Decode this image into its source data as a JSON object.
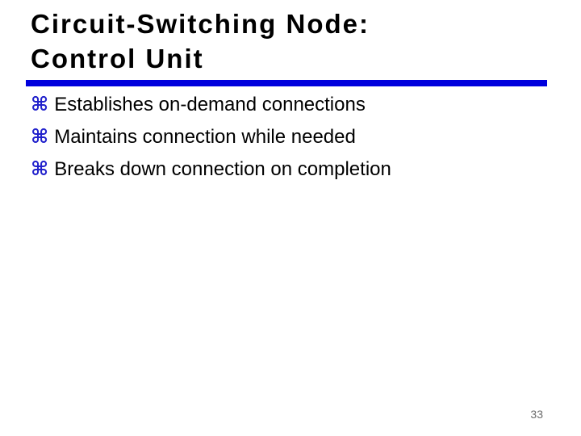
{
  "slide": {
    "title_line1": "Circuit-Switching Node:",
    "title_line2": "Control Unit",
    "bullet_glyph": "⌘",
    "bullets": [
      {
        "text": "Establishes on-demand connections"
      },
      {
        "text": "Maintains connection while needed"
      },
      {
        "text": "Breaks down connection on completion"
      }
    ],
    "page_number": "33",
    "colors": {
      "rule_blue": "#0000dd",
      "bullet_blue": "#2222cc",
      "title_black": "#000000",
      "page_gray": "#6b6b6b"
    }
  }
}
